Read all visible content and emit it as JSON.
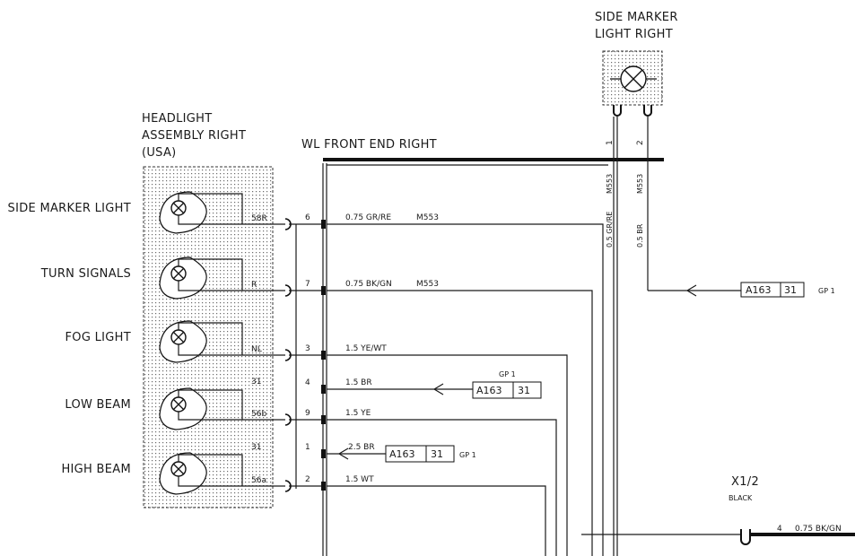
{
  "side_marker_title": [
    "SIDE MARKER",
    "LIGHT RIGHT"
  ],
  "headlight_title": [
    "HEADLIGHT",
    "ASSEMBLY RIGHT",
    "(USA)"
  ],
  "harness_label": "WL FRONT END RIGHT",
  "bulbs": [
    {
      "label": "SIDE MARKER LIGHT",
      "pin": "58R"
    },
    {
      "label": "TURN SIGNALS",
      "pin": "R"
    },
    {
      "label": "FOG LIGHT",
      "pin": "NL"
    },
    {
      "label": "LOW BEAM",
      "pin": "56b"
    },
    {
      "label": "HIGH BEAM",
      "pin": "56a"
    }
  ],
  "extra_pins": [
    "31",
    "31"
  ],
  "wires": [
    {
      "num": "6",
      "spec": "0.75 GR/RE",
      "code": "M553"
    },
    {
      "num": "7",
      "spec": "0.75 BK/GN",
      "code": "M553"
    },
    {
      "num": "3",
      "spec": "1.5 YE/WT",
      "code": ""
    },
    {
      "num": "4",
      "spec": "1.5 BR",
      "code": ""
    },
    {
      "num": "9",
      "spec": "1.5 YE",
      "code": ""
    },
    {
      "num": "1",
      "spec": "2.5 BR",
      "code": ""
    },
    {
      "num": "2",
      "spec": "1.5 WT",
      "code": ""
    }
  ],
  "vertical_wires": [
    {
      "num": "1",
      "spec": "0.5 GR/RE",
      "code": "M553"
    },
    {
      "num": "2",
      "spec": "0.5 BR",
      "code": "M553"
    }
  ],
  "ground_points": [
    {
      "ref": "A163",
      "pin": "31",
      "gp": "GP 1"
    },
    {
      "ref": "A163",
      "pin": "31",
      "gp": "GP 1"
    },
    {
      "ref": "A163",
      "pin": "31",
      "gp": "GP 1"
    }
  ],
  "connector": {
    "name": "X1/2",
    "color": "BLACK",
    "pin": "4",
    "spec": "0.75 BK/GN"
  }
}
